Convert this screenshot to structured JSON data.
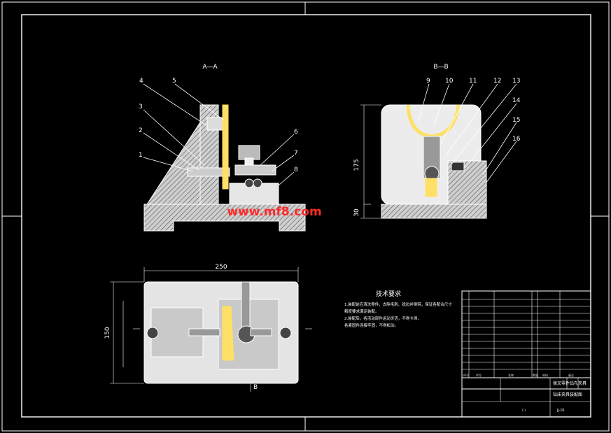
{
  "section_labels": {
    "aa": "A—A",
    "bb": "B—B",
    "b_bottom": "B"
  },
  "callouts": {
    "left": [
      "4",
      "5",
      "3",
      "2",
      "1",
      "6",
      "7",
      "8"
    ],
    "right": [
      "9",
      "10",
      "11",
      "12",
      "13",
      "14",
      "15",
      "16"
    ]
  },
  "dimensions": {
    "height": "175",
    "base": "30",
    "width": "250",
    "depth": "150"
  },
  "tech_req": {
    "title": "技术要求",
    "lines": [
      "1.装配前应清洗零件，去除毛刺、锐边并倒钝，保证各配合尺寸",
      "  精度要求满足装配。",
      "2.装配后，各活动部件运动灵活，不得卡滞，",
      "  各紧固件连接牢固，不得松动。"
    ]
  },
  "title_block": {
    "headers": {
      "seq": "序号",
      "code": "代号",
      "name": "名称",
      "qty": "数量",
      "material": "材料",
      "note": "备注"
    },
    "title": "钻床夹具装配图",
    "subtitle": "拨叉零件钻孔夹具",
    "drawing_number": "JJ-01",
    "scale": "1:1"
  },
  "watermark": "www.mf8.com",
  "colors": {
    "line": "#ffffff",
    "part": "#d8d8d8",
    "accent": "#ffe066",
    "watermark": "#ff2a2a"
  }
}
